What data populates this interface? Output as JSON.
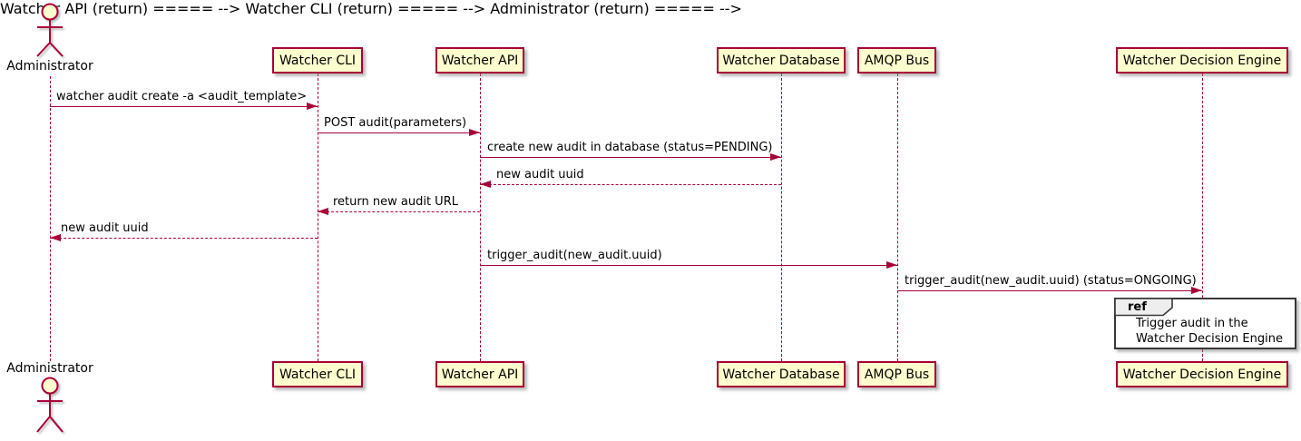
{
  "diagram": {
    "type": "plantuml-sequence-diagram"
  },
  "colors": {
    "participant_fill": "#FEFECE",
    "participant_border": "#A80036",
    "message_line": "#A80036",
    "lifeline": "#A80036",
    "text": "#000000",
    "ref_fill": "#FFFFFF",
    "ref_tab_fill": "#EEEEEE",
    "ref_border": "#383838",
    "background": "#FFFFFF"
  },
  "participants": [
    {
      "name": "Administrator",
      "kind": "actor"
    },
    {
      "name": "Watcher CLI",
      "kind": "participant"
    },
    {
      "name": "Watcher API",
      "kind": "participant"
    },
    {
      "name": "Watcher Database",
      "kind": "participant"
    },
    {
      "name": "AMQP Bus",
      "kind": "participant"
    },
    {
      "name": "Watcher Decision Engine",
      "kind": "participant"
    }
  ],
  "messages": [
    {
      "from": "Administrator",
      "to": "Watcher CLI",
      "label": "watcher audit create -a <audit_template>",
      "style": "solid"
    },
    {
      "from": "Watcher CLI",
      "to": "Watcher API",
      "label": "POST audit(parameters)",
      "style": "solid"
    },
    {
      "from": "Watcher API",
      "to": "Watcher Database",
      "label": "create new audit in database (status=PENDING)",
      "style": "solid"
    },
    {
      "from": "Watcher Database",
      "to": "Watcher API",
      "label": "new audit uuid",
      "style": "dashed"
    },
    {
      "from": "Watcher API",
      "to": "Watcher CLI",
      "label": "return new audit URL",
      "style": "dashed"
    },
    {
      "from": "Watcher CLI",
      "to": "Administrator",
      "label": "new audit uuid",
      "style": "dashed"
    },
    {
      "from": "Watcher API",
      "to": "AMQP Bus",
      "label": "trigger_audit(new_audit.uuid)",
      "style": "solid"
    },
    {
      "from": "AMQP Bus",
      "to": "Watcher Decision Engine",
      "label": "trigger_audit(new_audit.uuid) (status=ONGOING)",
      "style": "solid"
    }
  ],
  "ref": {
    "keyword": "ref",
    "over": "Watcher Decision Engine",
    "lines": [
      "Trigger audit in the",
      "Watcher Decision Engine"
    ]
  }
}
